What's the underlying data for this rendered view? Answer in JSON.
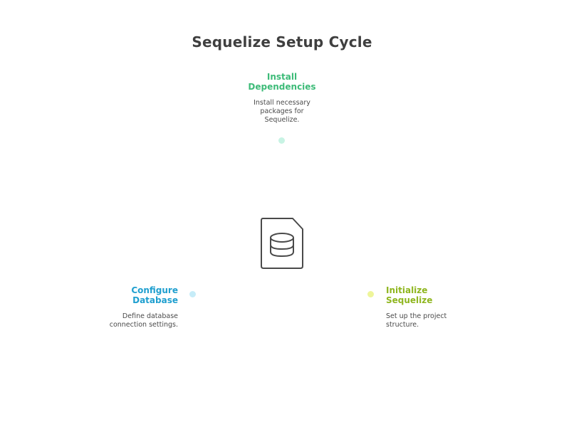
{
  "title": "Sequelize Setup Cycle",
  "center_icon": "database-file-icon",
  "steps": [
    {
      "title_lines": [
        "Install",
        "Dependencies"
      ],
      "description_lines": [
        "Install necessary",
        "packages for",
        "Sequelize."
      ],
      "color": "#3dbb78",
      "dot_color": "#c8f3e4"
    },
    {
      "title_lines": [
        "Initialize",
        "Sequelize"
      ],
      "description_lines": [
        "Set up the project",
        "structure."
      ],
      "color": "#8fb61f",
      "dot_color": "#eef59a"
    },
    {
      "title_lines": [
        "Configure",
        "Database"
      ],
      "description_lines": [
        "Define database",
        "connection settings."
      ],
      "color": "#1f9fcf",
      "dot_color": "#c6ecf8"
    }
  ]
}
